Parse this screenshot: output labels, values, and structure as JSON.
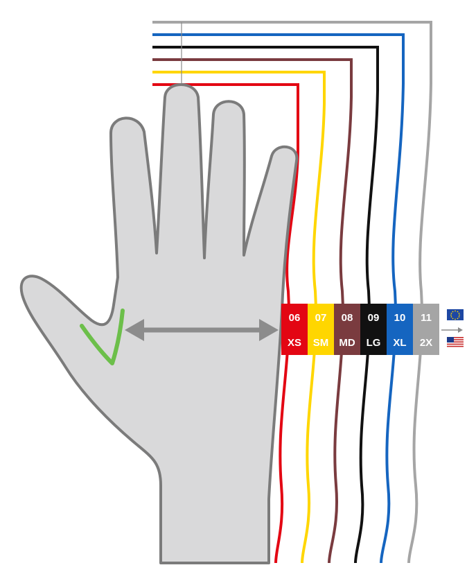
{
  "diagram": {
    "sizes": [
      {
        "eu": "06",
        "us": "XS",
        "color": "#e30613"
      },
      {
        "eu": "07",
        "us": "SM",
        "color": "#ffd600"
      },
      {
        "eu": "08",
        "us": "MD",
        "color": "#7a3b3f"
      },
      {
        "eu": "09",
        "us": "LG",
        "color": "#111111"
      },
      {
        "eu": "10",
        "us": "XL",
        "color": "#1565c0"
      },
      {
        "eu": "11",
        "us": "2X",
        "color": "#a5a5a5"
      }
    ],
    "legend": {
      "eu_flag_icon": "eu-flag-icon",
      "us_flag_icon": "us-flag-icon"
    },
    "colors": {
      "hand_fill": "#d9d9da",
      "hand_stroke": "#7b7b7b",
      "arrow": "#8c8c8c",
      "thumb_marker": "#6cbf4a"
    }
  }
}
